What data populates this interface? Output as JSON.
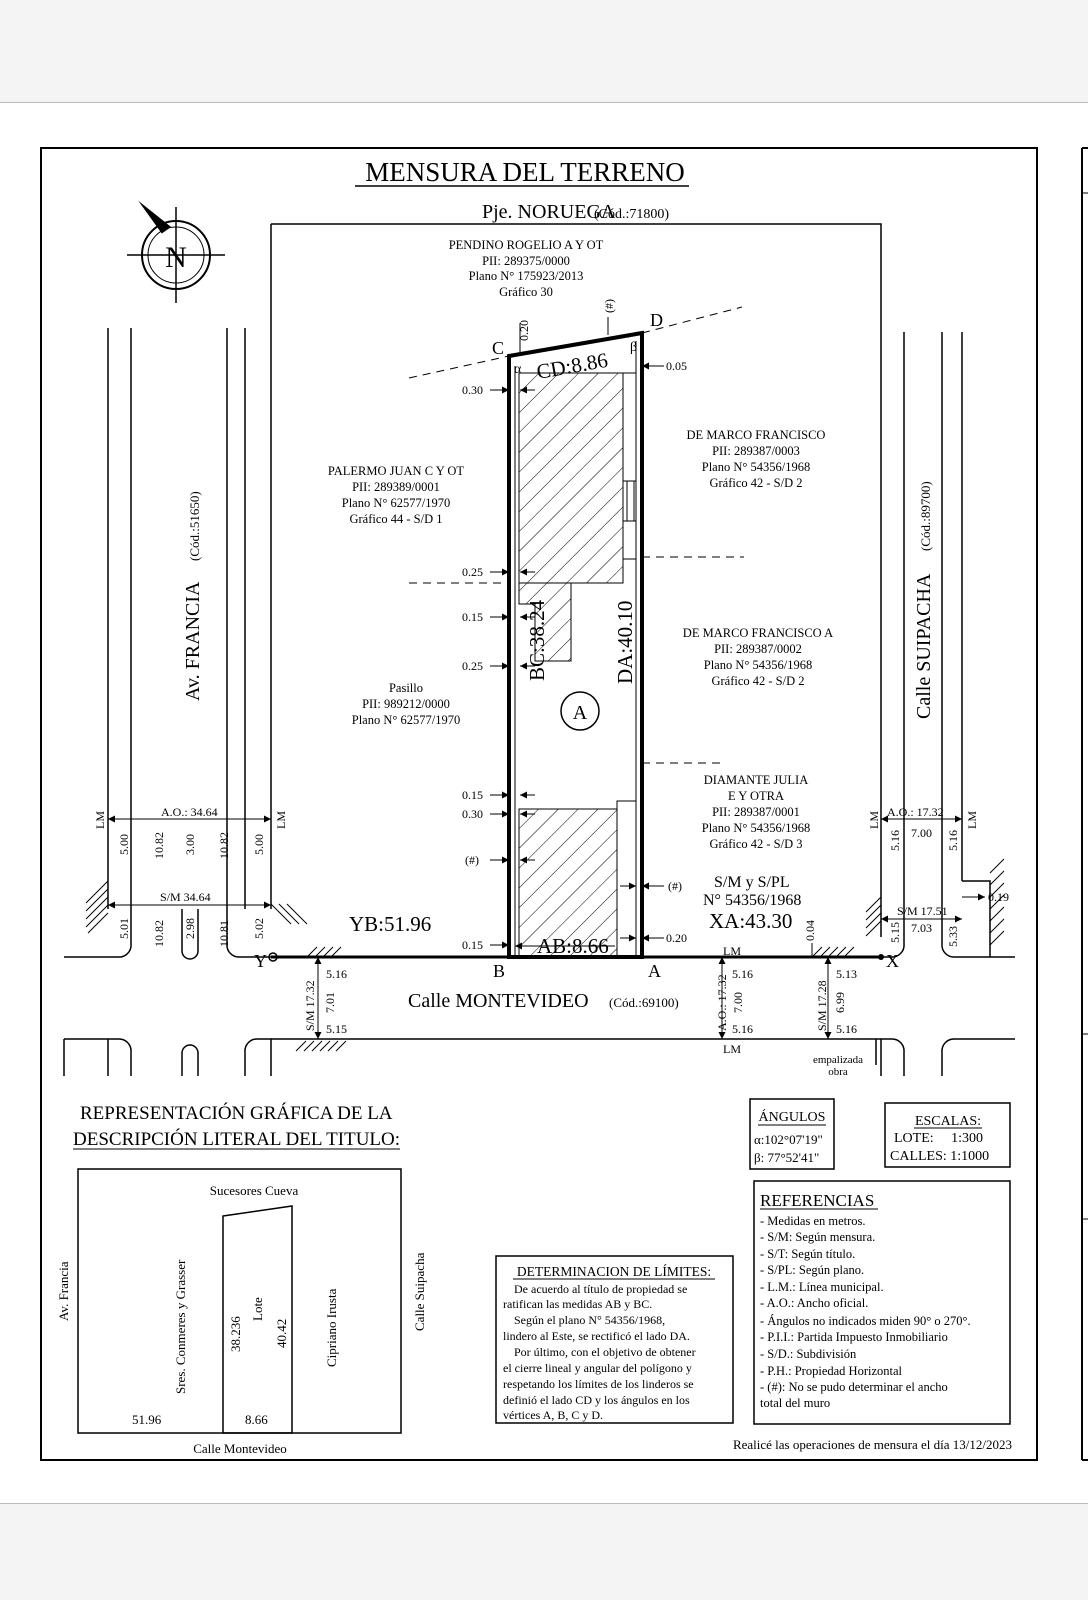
{
  "title": "MENSURA DEL TERRENO",
  "north_letter": "N",
  "streets": {
    "top": {
      "name": "Pje. NORUEGA",
      "code": "(Cód.:71800)"
    },
    "left": {
      "name": "Av. FRANCIA",
      "code": "(Cód.:51650)"
    },
    "right": {
      "name": "Calle SUIPACHA",
      "code": "(Cód.:89700)"
    },
    "bottom": {
      "name": "Calle MONTEVIDEO",
      "code": "(Cód.:69100)"
    }
  },
  "neighbors": {
    "top": [
      "PENDINO ROGELIO A Y OT",
      "PII: 289375/0000",
      "Plano N° 175923/2013",
      "Gráfico 30"
    ],
    "left_top": [
      "PALERMO JUAN C Y OT",
      "PII: 289389/0001",
      "Plano N° 62577/1970",
      "Gráfico 44 - S/D 1"
    ],
    "left_bottom": [
      "Pasillo",
      "PII: 989212/0000",
      "Plano N° 62577/1970"
    ],
    "right_1": [
      "DE MARCO FRANCISCO",
      "PII: 289387/0003",
      "Plano N° 54356/1968",
      "Gráfico 42 - S/D 2"
    ],
    "right_2": [
      "DE MARCO FRANCISCO A",
      "PII: 289387/0002",
      "Plano N° 54356/1968",
      "Gráfico 42 - S/D 2"
    ],
    "right_3": [
      "DIAMANTE JULIA",
      "E Y OTRA",
      "PII: 289387/0001",
      "Plano N° 54356/1968",
      "Gráfico 42 - S/D 3"
    ]
  },
  "sides": {
    "cd": "CD:8.86",
    "bc": "BC:38.24",
    "da": "DA:40.10",
    "ab": "AB:8.66",
    "yb": "YB:51.96",
    "xa": "XA:43.30",
    "sm_spl": "S/M y S/PL",
    "plano_xa": "N° 54356/1968"
  },
  "vertices": {
    "a": "A",
    "b": "B",
    "c": "C",
    "d": "D",
    "x": "X",
    "y": "Y",
    "lot": "A",
    "alpha": "α",
    "beta": "β"
  },
  "offsets": {
    "c_020": "0.20",
    "hash_top": "(#)",
    "d_005": "0.05",
    "l_030a": "0.30",
    "l_025a": "0.25",
    "l_015a": "0.15",
    "l_025b": "0.25",
    "l_015b": "0.15",
    "l_030b": "0.30",
    "l_hash": "(#)",
    "l_015c": "0.15",
    "r_hash": "(#)",
    "r_020": "0.20",
    "r_004": "0.04",
    "r_019": "0.19"
  },
  "avfrancia": {
    "lm": "LM",
    "ao": "A.O.: 34.64",
    "sm": "S/M 34.64",
    "top": [
      "5.00",
      "10.82",
      "3.00",
      "10.82",
      "5.00"
    ],
    "bot": [
      "5.01",
      "10.82",
      "2.98",
      "10.81",
      "5.02"
    ]
  },
  "suipacha": {
    "lm": "LM",
    "ao": "A.O.: 17.32",
    "sm": "S/M 17.51",
    "top": [
      "5.16",
      "7.00",
      "5.16"
    ],
    "bot": [
      "5.15",
      "7.03",
      "5.33"
    ]
  },
  "montevideo": {
    "l_sm": "S/M 17.32",
    "l_516": "5.16",
    "l_701": "7.01",
    "l_515": "5.15",
    "m_lm": "LM",
    "m_ao": "A.O.: 17.32",
    "m_516": "5.16",
    "m_700": "7.00",
    "m_516b": "5.16",
    "m_lm2": "LM",
    "r_sm": "S/M 17.28",
    "r_513": "5.13",
    "r_699": "6.99",
    "r_516": "5.16",
    "empalizada": [
      "empalizada",
      "obra"
    ]
  },
  "literal": {
    "title_1": "REPRESENTACIÓN GRÁFICA DE LA",
    "title_2": "DESCRIPCIÓN LITERAL DEL TITULO:",
    "top": "Sucesores Cueva",
    "left_street": "Av. Francia",
    "right_street": "Calle Suipacha",
    "bottom_street": "Calle Montevideo",
    "west": "Sres. Conmeres y Grasser",
    "east": "Cipriano Irusta",
    "lote": "Lote",
    "side_left": "38.236",
    "side_right": "40.42",
    "bottom_left": "51.96",
    "bottom_lot": "8.66"
  },
  "angulos": {
    "title": "ÁNGULOS",
    "alpha": "α:102°07'19\"",
    "beta": "β: 77°52'41\""
  },
  "escalas": {
    "title": "ESCALAS:",
    "lote": "LOTE:     1:300",
    "calles": "CALLES: 1:1000"
  },
  "determinacion": {
    "title": "DETERMINACION DE LÍMITES:",
    "lines": [
      "De acuerdo al título de propiedad se",
      "ratifican las medidas AB y BC.",
      "Según el plano N° 54356/1968,",
      "lindero al Este, se rectificó el lado DA.",
      "Por último, con el objetivo de obtener",
      "el cierre lineal y angular del polígono y",
      "respetando los límites de los linderos se",
      "definió el lado CD y los ángulos en los",
      "vértices A, B, C y D."
    ]
  },
  "referencias": {
    "title": "REFERENCIAS",
    "items": [
      "- Medidas en metros.",
      "- S/M: Según mensura.",
      "- S/T: Según título.",
      "- S/PL: Según plano.",
      "- L.M.: Línea municipal.",
      "- A.O.: Ancho oficial.",
      "- Ángulos no indicados miden 90° o 270°.",
      "- P.I.I.: Partida Impuesto Inmobiliario",
      "- S/D.: Subdivisión",
      "- P.H.: Propiedad Horizontal",
      "- (#): No se pudo determinar el ancho",
      "total del muro"
    ]
  },
  "footer": "Realicé las operaciones de mensura el día 13/12/2023"
}
